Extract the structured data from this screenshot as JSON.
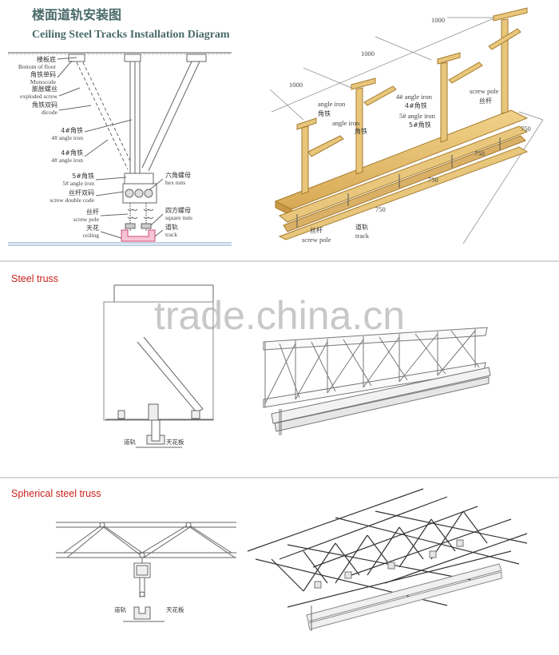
{
  "header": {
    "title_zh": "楼面道轨安装图",
    "title_en": "Ceiling Steel Tracks Installation Diagram"
  },
  "left_diagram": {
    "labels": [
      {
        "zh": "楼板底",
        "en": "Bottom of floor"
      },
      {
        "zh": "角铁单码",
        "en": "Monocode"
      },
      {
        "zh": "膨胀螺丝",
        "en": "exploded screw"
      },
      {
        "zh": "角铁双码",
        "en": "dicode"
      },
      {
        "zh": "4#角铁",
        "en": "4# angle iron"
      },
      {
        "zh": "4#角铁",
        "en": "4# angle iron"
      },
      {
        "zh": "5#角铁",
        "en": "5# angle iron"
      },
      {
        "zh": "丝杆双码",
        "en": "screw double code"
      },
      {
        "zh": "丝杆",
        "en": "screw pole"
      },
      {
        "zh": "天花",
        "en": "ceiling"
      }
    ],
    "right_labels": [
      {
        "zh": "六角螺母",
        "en": "hex nuts"
      },
      {
        "zh": "四方螺母",
        "en": "square nuts"
      },
      {
        "zh": "道轨",
        "en": "track"
      }
    ]
  },
  "iso_diagram": {
    "dims_top": [
      "1000",
      "1000",
      "1000"
    ],
    "dims_bottom": [
      "750",
      "750",
      "750",
      "750"
    ],
    "labels": {
      "angle_iron_1_en": "angle iron",
      "angle_iron_1_zh": "角铁",
      "angle_iron_2_en": "angle iron",
      "angle_iron_2_zh": "角铁",
      "angle4_en": "4# angle iron",
      "angle4_zh": "4#角铁",
      "angle5_en": "5# angle iron",
      "angle5_zh": "5#角铁",
      "screw_pole_top_en": "screw pole",
      "screw_pole_top_zh": "丝杆",
      "screw_pole_bottom_zh": "丝杆",
      "screw_pole_bottom_en": "screw pole",
      "track_zh": "道轨",
      "track_en": "track"
    }
  },
  "section_steel_truss": {
    "title": "Steel truss",
    "track_zh": "道轨",
    "ceiling_zh": "天花板"
  },
  "watermark": "trade.china.cn",
  "section_spherical": {
    "title": "Spherical steel truss",
    "track_zh": "道轨",
    "ceiling_zh": "天花板"
  },
  "colors": {
    "header_text": "#4a6a6a",
    "section_title": "#c8221c",
    "wood": "#e2bd6f",
    "wood_dark": "#b98d3c",
    "line": "#555555",
    "divider": "#b0b0b0"
  }
}
